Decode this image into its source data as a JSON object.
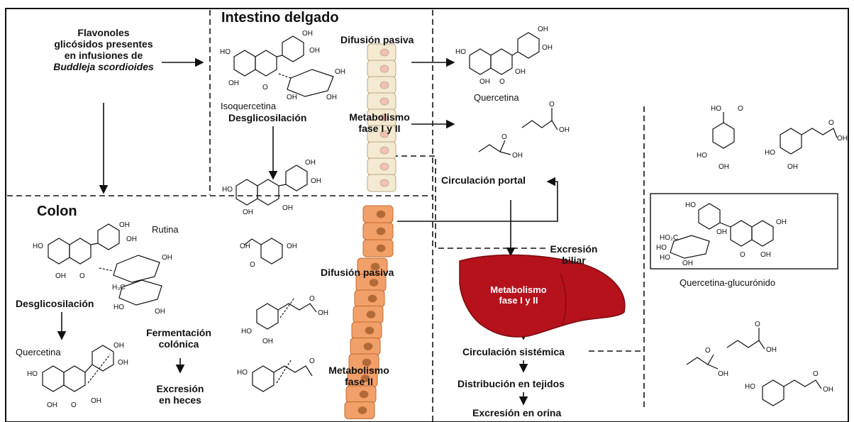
{
  "regions": {
    "small_intestine": "Intestino delgado",
    "colon": "Colon"
  },
  "source": {
    "line1": "Flavonoles",
    "line2": "glicósidos presentes",
    "line3": "en infusiones de",
    "species": "Buddleja scordioides"
  },
  "small_intestine": {
    "compound": "Isoquercetina",
    "process_deglyc": "Desglicosilación",
    "passive_diffusion": "Difusión pasiva",
    "metabolism_l1": "Metabolismo",
    "metabolism_l2": "fase I y II",
    "product": "Quercetina"
  },
  "colon": {
    "compound": "Rutina",
    "process_deglyc": "Desglicosilación",
    "aglycone": "Quercetina",
    "fermentation_l1": "Fermentación",
    "fermentation_l2": "colónica",
    "excretion_l1": "Excresión",
    "excretion_l2": "en heces",
    "passive_diffusion": "Difusión pasiva",
    "metabolism_l1": "Metabolismo",
    "metabolism_l2": "fase II"
  },
  "systemic": {
    "portal": "Circulación portal",
    "biliary_l1": "Excresión",
    "biliary_l2": "biliar",
    "liver_l1": "Metabolismo",
    "liver_l2": "fase I y II",
    "systemic": "Circulación sistémica",
    "tissues": "Distribución en tejidos",
    "urine": "Excresión en orina",
    "glucuronide": "Quercetina-glucurónido"
  },
  "chem_labels": {
    "OH": "OH",
    "HO": "HO",
    "O": "O",
    "HO_acid": "HO",
    "CO2H": "HO₂C",
    "CH3": "H₃C"
  },
  "colors": {
    "liver": "#b5121b",
    "colon_cell": "#f2a06a",
    "colon_cell_stroke": "#c46a2e",
    "si_cell": "#f4ead2",
    "nucleus_si": "#f2c0b5",
    "nucleus_colon": "#b06a3a"
  }
}
